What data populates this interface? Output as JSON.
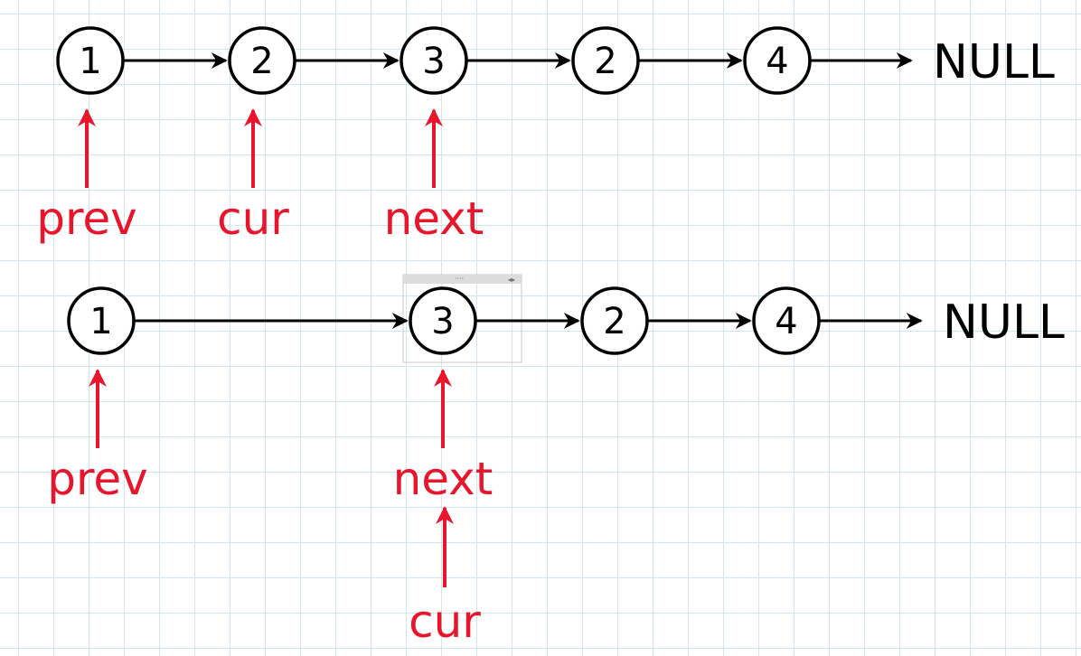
{
  "colors": {
    "node_stroke": "#000000",
    "link": "#000000",
    "pointer": "#e8162c",
    "grid": "#cfe6f0"
  },
  "row1": {
    "nodes": [
      {
        "label": "1"
      },
      {
        "label": "2"
      },
      {
        "label": "3"
      },
      {
        "label": "2"
      },
      {
        "label": "4"
      }
    ],
    "null_label": "NULL",
    "pointers": [
      {
        "label": "prev",
        "target_node": 0
      },
      {
        "label": "cur",
        "target_node": 1
      },
      {
        "label": "next",
        "target_node": 2
      }
    ]
  },
  "row2": {
    "nodes": [
      {
        "label": "1"
      },
      {
        "label": "3"
      },
      {
        "label": "2"
      },
      {
        "label": "4"
      }
    ],
    "null_label": "NULL",
    "pointers": [
      {
        "label": "prev",
        "target_node": 0
      },
      {
        "label": "next",
        "target_node": 1
      },
      {
        "label": "cur",
        "target_node": 1,
        "stacked": true
      }
    ]
  }
}
